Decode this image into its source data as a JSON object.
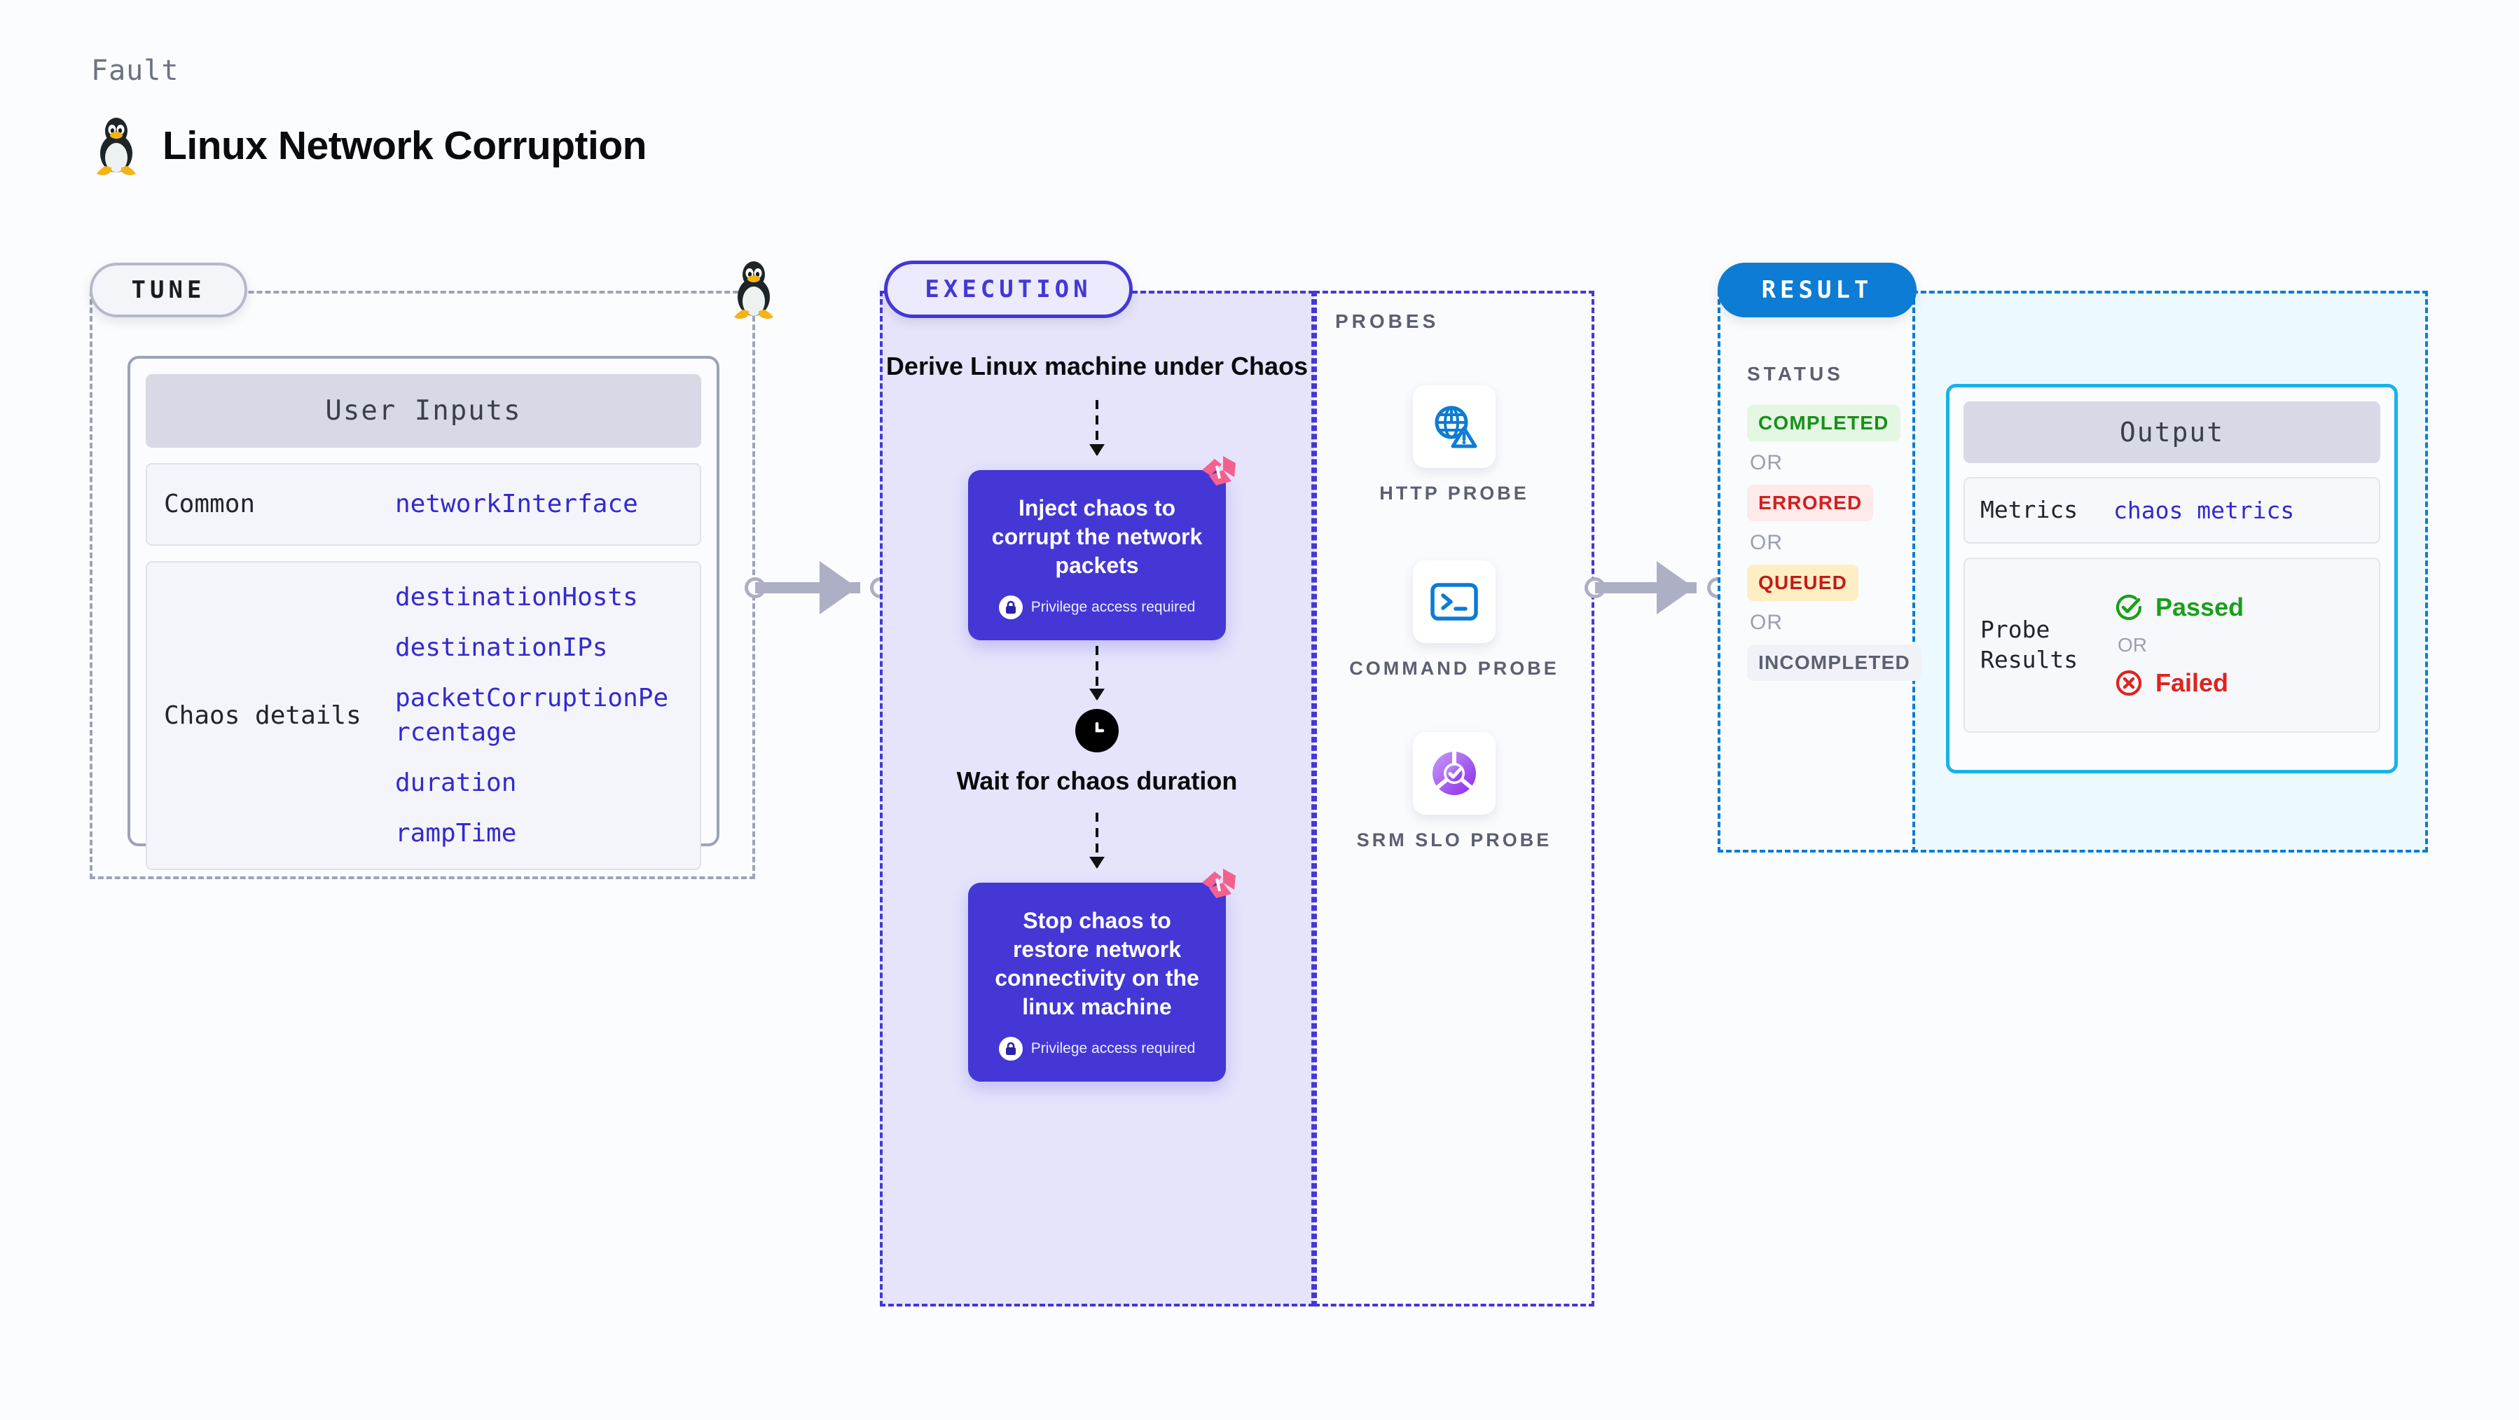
{
  "header": {
    "kicker": "Fault",
    "title": "Linux Network Corruption",
    "icon": "linux-penguin-icon"
  },
  "tune": {
    "chip_label": "TUNE",
    "card_title": "User Inputs",
    "rows": [
      {
        "label": "Common",
        "values": [
          "networkInterface"
        ]
      },
      {
        "label": "Chaos details",
        "values": [
          "destinationHosts",
          "destinationIPs",
          "packetCorruptionPercentage",
          "duration",
          "rampTime"
        ]
      }
    ],
    "edge_icon": "linux-penguin-icon"
  },
  "execution": {
    "chip_label": "EXECUTION",
    "steps": [
      {
        "type": "text",
        "label": "Derive Linux machine under Chaos"
      },
      {
        "type": "chaos-box",
        "label": "Inject chaos to corrupt the network packets",
        "note": "Privilege access required",
        "note_icon": "lock-icon",
        "badge_icon": "harness-logo-icon"
      },
      {
        "type": "wait",
        "label": "Wait for chaos duration",
        "icon": "clock-icon"
      },
      {
        "type": "chaos-box",
        "label": "Stop chaos to restore network connectivity on the linux machine",
        "note": "Privilege access required",
        "note_icon": "lock-icon",
        "badge_icon": "harness-logo-icon"
      }
    ]
  },
  "probes": {
    "section_label": "PROBES",
    "items": [
      {
        "label": "HTTP PROBE",
        "icon": "globe-warning-icon"
      },
      {
        "label": "COMMAND PROBE",
        "icon": "terminal-icon"
      },
      {
        "label": "SRM SLO PROBE",
        "icon": "slo-donut-check-icon"
      }
    ]
  },
  "result": {
    "chip_label": "RESULT",
    "status_heading": "STATUS",
    "or_label": "OR",
    "statuses": [
      {
        "label": "COMPLETED",
        "color": "#1a8f1a",
        "bg": "#e3f7e3"
      },
      {
        "label": "ERRORED",
        "color": "#d22020",
        "bg": "#fdeaea"
      },
      {
        "label": "QUEUED",
        "color": "#c41a1a",
        "bg": "#fdeec4"
      },
      {
        "label": "INCOMPLETED",
        "color": "#5b6070",
        "bg": "#f1f2f7"
      }
    ],
    "output": {
      "title": "Output",
      "metrics_label": "Metrics",
      "metrics_value": "chaos metrics",
      "probe_results_label": "Probe Results",
      "passed_label": "Passed",
      "passed_icon": "check-circle-icon",
      "failed_label": "Failed",
      "failed_icon": "x-circle-icon",
      "or_label": "OR",
      "passed_color": "#19a019",
      "failed_color": "#e0231f"
    }
  },
  "colors": {
    "accent_purple": "#4437d6",
    "accent_blue": "#0c7cd5",
    "accent_cyan": "#17b3e8",
    "mono_value": "#3429d1",
    "pink_badge": "#f4618f",
    "connector": "#adb0c4"
  }
}
